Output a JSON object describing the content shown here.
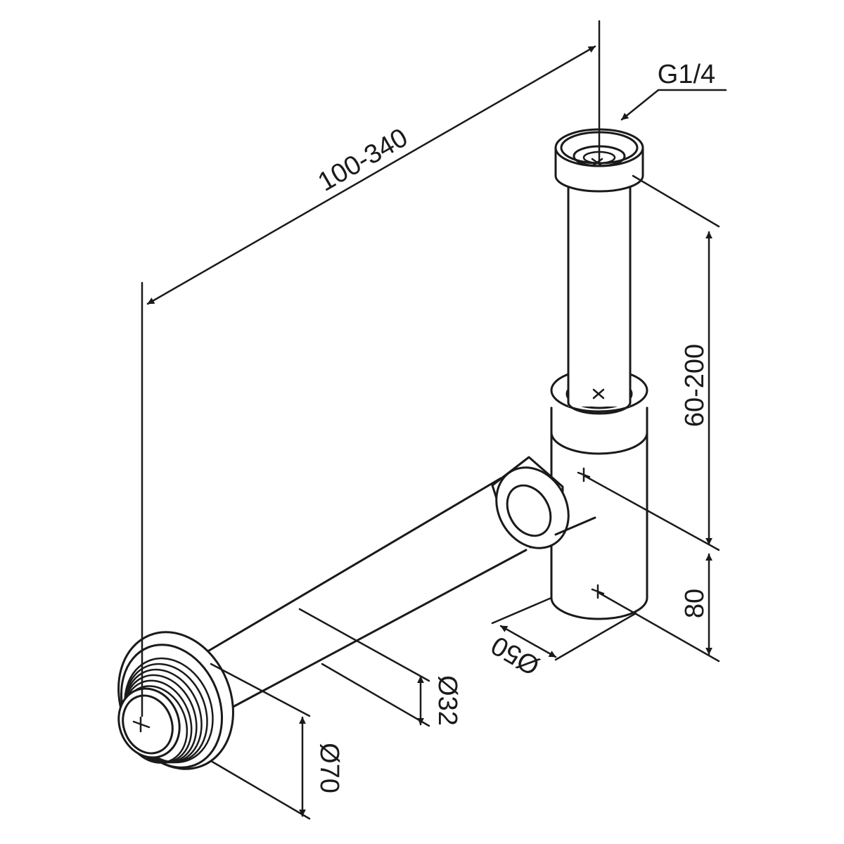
{
  "drawing": {
    "labels": {
      "thread": "G1/4",
      "length": "100-340",
      "height": "60-200",
      "trap_depth": "80",
      "trap_diameter": "Ø50",
      "pipe_diameter": "Ø32",
      "flange_diameter": "Ø70"
    }
  }
}
